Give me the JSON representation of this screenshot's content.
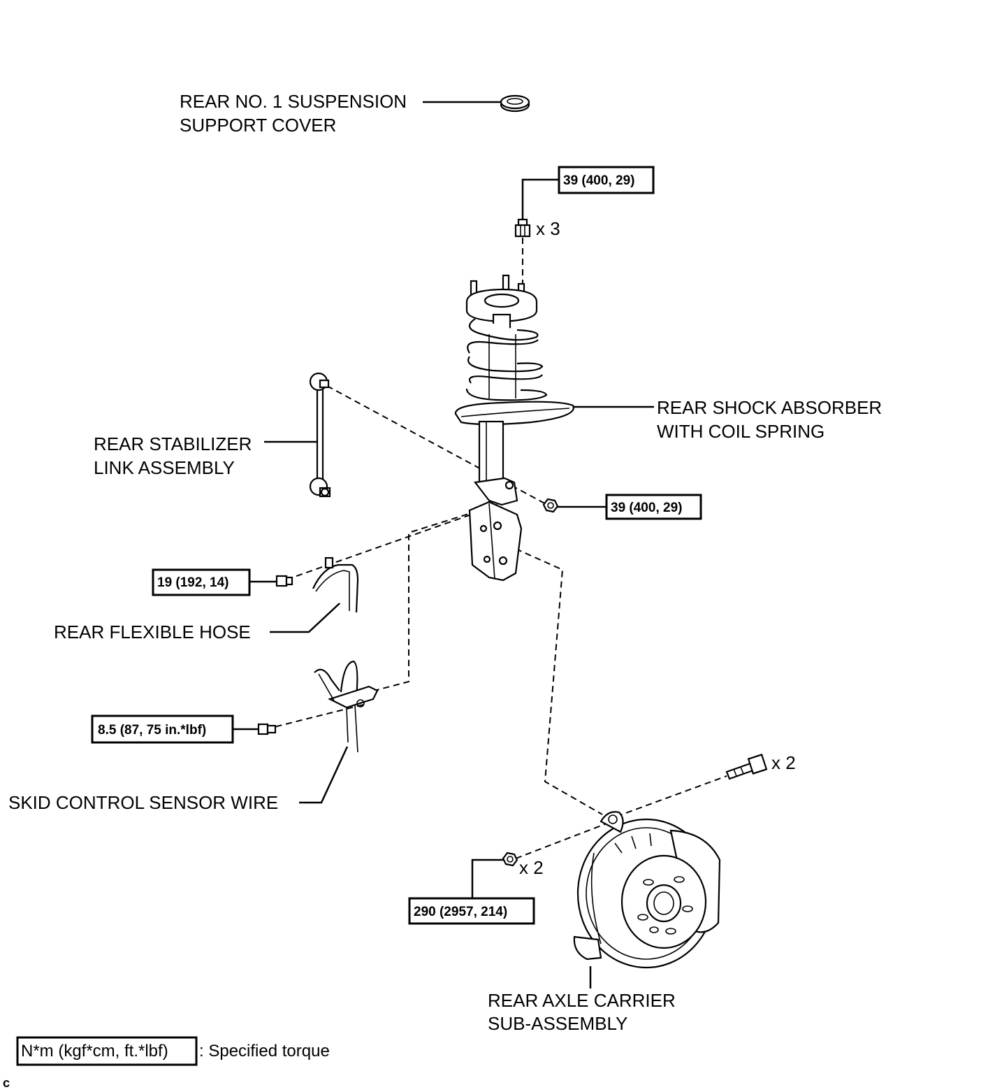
{
  "labels": {
    "support_cover": [
      "REAR NO. 1 SUSPENSION",
      "SUPPORT COVER"
    ],
    "shock_absorber": [
      "REAR SHOCK ABSORBER",
      "WITH COIL SPRING"
    ],
    "stabilizer_link": [
      "REAR STABILIZER",
      "LINK ASSEMBLY"
    ],
    "flexible_hose": "REAR FLEXIBLE HOSE",
    "sensor_wire": "SKID CONTROL SENSOR WIRE",
    "axle_carrier": [
      "REAR AXLE CARRIER",
      "SUB-ASSEMBLY"
    ]
  },
  "torques": {
    "top_nut": "39 (400, 29)",
    "link_nut": "39 (400, 29)",
    "hose_bolt": "19 (192, 14)",
    "wire_bolt": "8.5 (87, 75 in.*lbf)",
    "carrier_nut": "290 (2957, 214)"
  },
  "quantities": {
    "top_nut": "x 3",
    "carrier_bolt": "x 2",
    "carrier_nut": "x 2"
  },
  "legend": {
    "units": "N*m (kgf*cm, ft.*lbf)",
    "text": ": Specified torque"
  },
  "corner_code": "c"
}
